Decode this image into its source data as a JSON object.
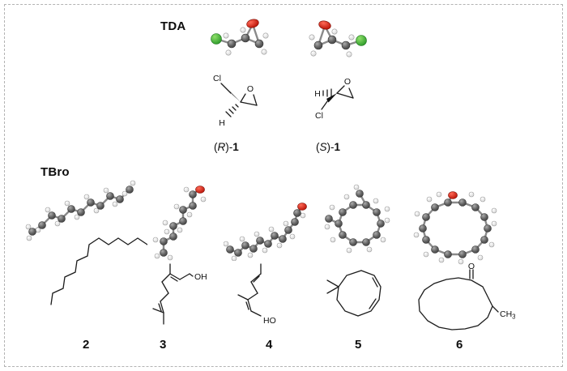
{
  "frame": {
    "border_color": "#b3b3b3",
    "background": "#ffffff"
  },
  "tda": {
    "label": "TDA",
    "compound_r": {
      "open": "(",
      "stereo": "R",
      "close": ")-",
      "num": "1"
    },
    "compound_s": {
      "open": "(",
      "stereo": "S",
      "close": ")-",
      "num": "1"
    }
  },
  "tbro": {
    "label": "TBro",
    "compound_nums": [
      "2",
      "3",
      "4",
      "5",
      "6"
    ]
  },
  "atom_labels": {
    "o": "O",
    "oh": "OH",
    "ho": "HO",
    "cl": "Cl",
    "h": "H",
    "ch": "CH",
    "three": "3"
  },
  "colors": {
    "oxygen": "#cf1a0e",
    "chlorine": "#3db03d",
    "carbon": "#5f5f5f",
    "hydrogen": "#ececec",
    "bond_2d": "#1c1c1c"
  }
}
